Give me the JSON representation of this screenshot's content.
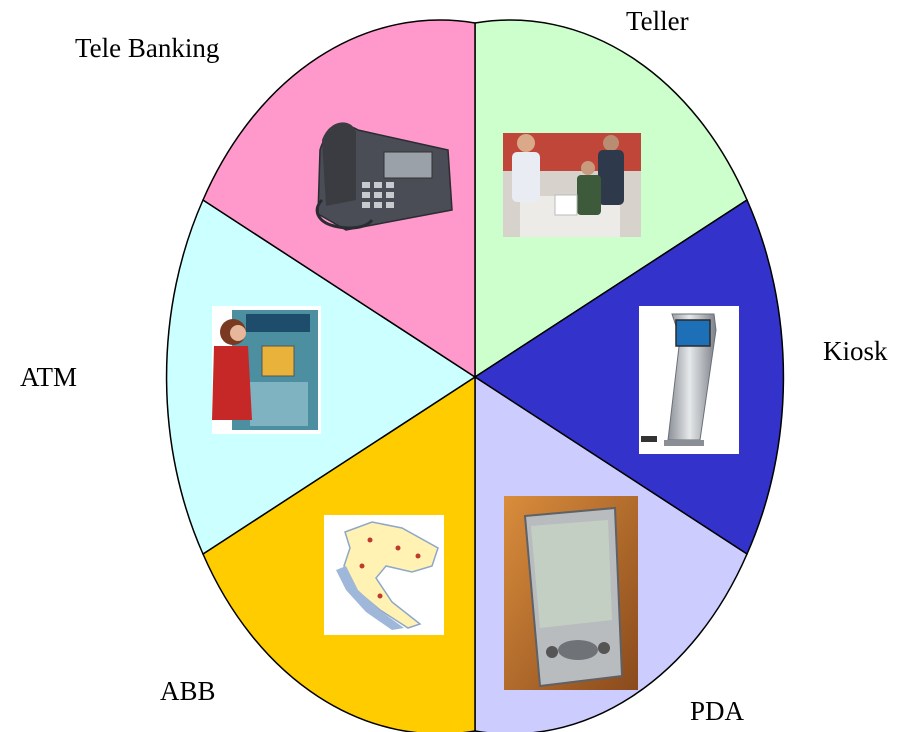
{
  "segments": [
    {
      "label": "Teller",
      "color": "#ccffcc",
      "icon": "teller-counter-icon"
    },
    {
      "label": "Kiosk",
      "color": "#3333cc",
      "icon": "kiosk-terminal-icon"
    },
    {
      "label": "PDA",
      "color": "#ccccff",
      "icon": "pda-handheld-icon"
    },
    {
      "label": "ABB",
      "color": "#ffcc00",
      "icon": "croatia-map-icon"
    },
    {
      "label": "ATM",
      "color": "#ccffff",
      "icon": "atm-machine-icon"
    },
    {
      "label": "Tele Banking",
      "color": "#ff99cc",
      "icon": "desk-phone-icon"
    }
  ]
}
